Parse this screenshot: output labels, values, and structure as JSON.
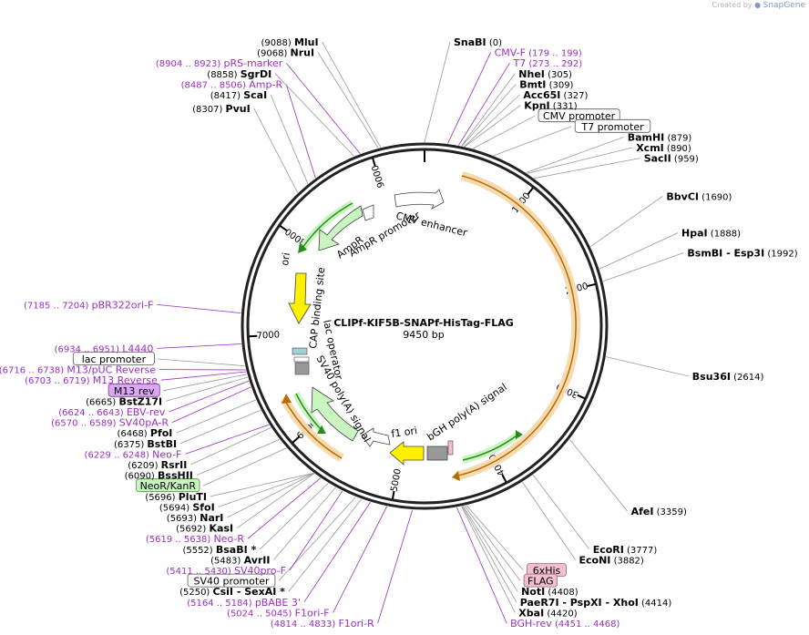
{
  "credit": {
    "prefix": "Created by",
    "brand": "SnapGene"
  },
  "plasmid": {
    "name": "CLIPf-KIF5B-SNAPf-HisTag-FLAG",
    "length_label": "9450 bp",
    "length": 9450
  },
  "colors": {
    "enzyme": "#000000",
    "primer": "#9b2fc0",
    "line": "#9a9a9a",
    "orange": "#e9a53c",
    "orange_fill": "#f6dab0",
    "green": "#2b8a1f",
    "green_fill": "#c9f5c0",
    "yellow": "#ffef00",
    "promoter_fill": "#ffffff",
    "gray_feat": "#999999"
  },
  "ticks": [
    {
      "bp": 1000,
      "label": "1000"
    },
    {
      "bp": 2000,
      "label": "2000"
    },
    {
      "bp": 3000,
      "label": "3000"
    },
    {
      "bp": 4000,
      "label": "4000"
    },
    {
      "bp": 5000,
      "label": "5000"
    },
    {
      "bp": 6000,
      "label": "6000"
    },
    {
      "bp": 7000,
      "label": "7000"
    },
    {
      "bp": 8000,
      "label": "8000"
    },
    {
      "bp": 9000,
      "label": "9000"
    }
  ],
  "map_labels": [
    {
      "bp": 0,
      "kind": "enzyme",
      "name": "SnaBI",
      "pos": "(0)"
    },
    {
      "bp": 400,
      "kind": "boxed",
      "name": "CMV promoter"
    },
    {
      "bp": 190,
      "kind": "primer",
      "name": "CMV-F",
      "pos": "(179 .. 199)"
    },
    {
      "bp": 280,
      "kind": "primer",
      "name": "T7",
      "pos": "(273 .. 292)"
    },
    {
      "bp": 580,
      "kind": "boxed",
      "name": "T7 promoter"
    },
    {
      "bp": 305,
      "kind": "enzyme",
      "name": "NheI",
      "pos": "(305)"
    },
    {
      "bp": 309,
      "kind": "enzyme",
      "name": "BmtI",
      "pos": "(309)"
    },
    {
      "bp": 327,
      "kind": "enzyme",
      "name": "Acc65I",
      "pos": "(327)"
    },
    {
      "bp": 331,
      "kind": "enzyme",
      "name": "KpnI",
      "pos": "(331)"
    },
    {
      "bp": 879,
      "kind": "enzyme",
      "name": "BamHI",
      "pos": "(879)"
    },
    {
      "bp": 890,
      "kind": "enzyme",
      "name": "XcmI",
      "pos": "(890)"
    },
    {
      "bp": 959,
      "kind": "enzyme",
      "name": "SacII",
      "pos": "(959)"
    },
    {
      "bp": 1690,
      "kind": "enzyme",
      "name": "BbvCI",
      "pos": "(1690)"
    },
    {
      "bp": 1888,
      "kind": "enzyme",
      "name": "HpaI",
      "pos": "(1888)"
    },
    {
      "bp": 1992,
      "kind": "enzyme",
      "name": "BsmBI",
      "extra": " - Esp3I",
      "pos": "(1992)"
    },
    {
      "bp": 2614,
      "kind": "enzyme",
      "name": "Bsu36I",
      "pos": "(2614)"
    },
    {
      "bp": 3359,
      "kind": "enzyme",
      "name": "AfeI",
      "pos": "(3359)"
    },
    {
      "bp": 3777,
      "kind": "enzyme",
      "name": "EcoRI",
      "pos": "(3777)"
    },
    {
      "bp": 3882,
      "kind": "enzyme",
      "name": "EcoNI",
      "pos": "(3882)"
    },
    {
      "bp": 4380,
      "kind": "tag",
      "name": "6xHis"
    },
    {
      "bp": 4395,
      "kind": "tag",
      "name": "FLAG"
    },
    {
      "bp": 4408,
      "kind": "enzyme",
      "name": "NotI",
      "pos": "(4408)"
    },
    {
      "bp": 4414,
      "kind": "enzyme",
      "name": "PaeR7I",
      "extra": " - PspXI - XhoI",
      "pos": "(4414)"
    },
    {
      "bp": 4420,
      "kind": "enzyme",
      "name": "XbaI",
      "pos": "(4420)"
    },
    {
      "bp": 4460,
      "kind": "primer",
      "name": "BGH-rev",
      "pos": "(4451 .. 4468)"
    },
    {
      "bp": 4824,
      "kind": "primer",
      "name": "F1ori-R",
      "pos": "(4814 .. 4833)"
    },
    {
      "bp": 5035,
      "kind": "primer",
      "name": "F1ori-F",
      "pos": "(5024 .. 5045)"
    },
    {
      "bp": 5174,
      "kind": "primer",
      "name": "pBABE 3'",
      "pos": "(5164 .. 5184)"
    },
    {
      "bp": 5250,
      "kind": "enzyme",
      "name": "CsiI",
      "extra": " - SexAI *",
      "pos": "(5250)"
    },
    {
      "bp": 5300,
      "kind": "boxed",
      "name": "SV40 promoter"
    },
    {
      "bp": 5420,
      "kind": "primer",
      "name": "SV40pro-F",
      "pos": "(5411 .. 5430)"
    },
    {
      "bp": 5483,
      "kind": "enzyme",
      "name": "AvrII",
      "pos": "(5483)"
    },
    {
      "bp": 5552,
      "kind": "enzyme",
      "name": "BsaBI *",
      "pos": "(5552)"
    },
    {
      "bp": 5628,
      "kind": "primer",
      "name": "Neo-R",
      "pos": "(5619 .. 5638)"
    },
    {
      "bp": 5692,
      "kind": "enzyme",
      "name": "KasI",
      "pos": "(5692)"
    },
    {
      "bp": 5693,
      "kind": "enzyme",
      "name": "NarI",
      "pos": "(5693)"
    },
    {
      "bp": 5694,
      "kind": "enzyme",
      "name": "SfoI",
      "pos": "(5694)"
    },
    {
      "bp": 5696,
      "kind": "enzyme",
      "name": "PluTI",
      "pos": "(5696)"
    },
    {
      "bp": 6000,
      "kind": "greenbox",
      "name": "NeoR/KanR"
    },
    {
      "bp": 6090,
      "kind": "enzyme",
      "name": "BssHII",
      "pos": "(6090)"
    },
    {
      "bp": 6209,
      "kind": "enzyme",
      "name": "RsrII",
      "pos": "(6209)"
    },
    {
      "bp": 6238,
      "kind": "primer",
      "name": "Neo-F",
      "pos": "(6229 .. 6248)"
    },
    {
      "bp": 6375,
      "kind": "enzyme",
      "name": "BstBI",
      "pos": "(6375)"
    },
    {
      "bp": 6468,
      "kind": "enzyme",
      "name": "PfoI",
      "pos": "(6468)"
    },
    {
      "bp": 6580,
      "kind": "primer",
      "name": "SV40pA-R",
      "pos": "(6570 .. 6589)"
    },
    {
      "bp": 6633,
      "kind": "primer",
      "name": "EBV-rev",
      "pos": "(6624 .. 6643)"
    },
    {
      "bp": 6665,
      "kind": "enzyme",
      "name": "BstZ17I",
      "pos": "(6665)"
    },
    {
      "bp": 6690,
      "kind": "purplebox",
      "name": "M13 rev"
    },
    {
      "bp": 6711,
      "kind": "primer",
      "name": "M13 Reverse",
      "pos": "(6703 .. 6719)"
    },
    {
      "bp": 6727,
      "kind": "primer",
      "name": "M13/pUC Reverse",
      "pos": "(6716 .. 6738)"
    },
    {
      "bp": 6760,
      "kind": "boxed",
      "name": "lac promoter"
    },
    {
      "bp": 6942,
      "kind": "primer",
      "name": "L4440",
      "pos": "(6934 .. 6951)"
    },
    {
      "bp": 7195,
      "kind": "primer",
      "name": "pBR322ori-F",
      "pos": "(7185 .. 7204)"
    },
    {
      "bp": 8307,
      "kind": "enzyme",
      "name": "PvuI",
      "pos": "(8307)"
    },
    {
      "bp": 8417,
      "kind": "enzyme",
      "name": "ScaI",
      "pos": "(8417)"
    },
    {
      "bp": 8496,
      "kind": "primer",
      "name": "Amp-R",
      "pos": "(8487 .. 8506)"
    },
    {
      "bp": 8858,
      "kind": "enzyme",
      "name": "SgrDI",
      "pos": "(8858)"
    },
    {
      "bp": 8913,
      "kind": "primer",
      "name": "pRS-marker",
      "pos": "(8904 .. 8923)"
    },
    {
      "bp": 9068,
      "kind": "enzyme",
      "name": "NruI",
      "pos": "(9068)"
    },
    {
      "bp": 9088,
      "kind": "enzyme",
      "name": "MluI",
      "pos": "(9088)"
    }
  ],
  "inner_labels": {
    "cmv_enhancer": "CMV enhancer",
    "ampr_promoter": "AmpR promoter",
    "ampr": "AmpR",
    "ori": "ori",
    "cap": "CAP binding site",
    "lac_operator": "lac operator",
    "sv40_polya": "SV40 poly(A) signal",
    "f1_ori": "f1 ori",
    "bgh": "bGH poly(A) signal"
  }
}
